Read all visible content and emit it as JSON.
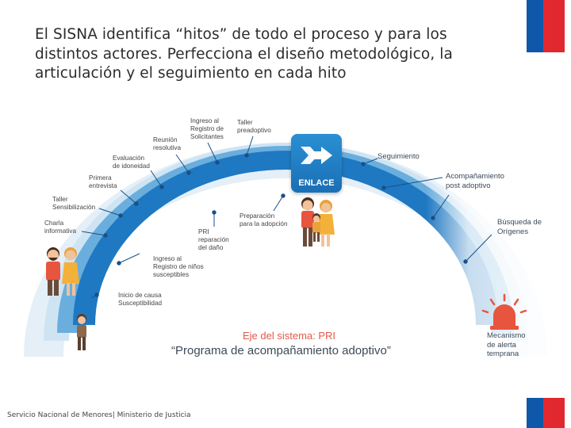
{
  "slide": {
    "title": "El SISNA identifica “hitos” de todo el proceso y para los distintos actores. Perfecciona el diseño metodológico, la articulación y el seguimiento en cada hito",
    "footer": "Servicio Nacional de Menores| Ministerio de Justicia"
  },
  "diagram": {
    "milestones": [
      {
        "label": "Inicio de causa\nSusceptibilidad"
      },
      {
        "label": "Ingreso al\nRegistro de niños\nsusceptibles"
      },
      {
        "label": "Charla\ninformativa"
      },
      {
        "label": "Taller\nSensibilización"
      },
      {
        "label": "Primera\nentrevista"
      },
      {
        "label": "Evaluación\nde idoneidad"
      },
      {
        "label": "Reunión\nresolutiva"
      },
      {
        "label": "Ingreso al\nRegistro de\nSolicitantes"
      },
      {
        "label": "Taller\npreadoptivo"
      },
      {
        "label": "PRI\nreparación\ndel daño"
      },
      {
        "label": "Preparación\npara la adopción"
      },
      {
        "label": "Seguimiento"
      },
      {
        "label": "Acompañamiento\npost adoptivo"
      },
      {
        "label": "Búsqueda de\nOrígenes"
      },
      {
        "label": "Mecanismo\nde alerta\ntemprana"
      }
    ],
    "center_box": "ENLACE",
    "axis_label": "Eje del sistema: PRI",
    "axis_name": "“Programa de acompañamiento adoptivo”",
    "colors": {
      "arc_dark": "#1f78c2",
      "arc_mid": "#4f9fd6",
      "arc_light": "#cfe4f3",
      "alarm": "#e8553f",
      "flag_blue": "#0f57a8",
      "flag_red": "#e2282f"
    }
  }
}
